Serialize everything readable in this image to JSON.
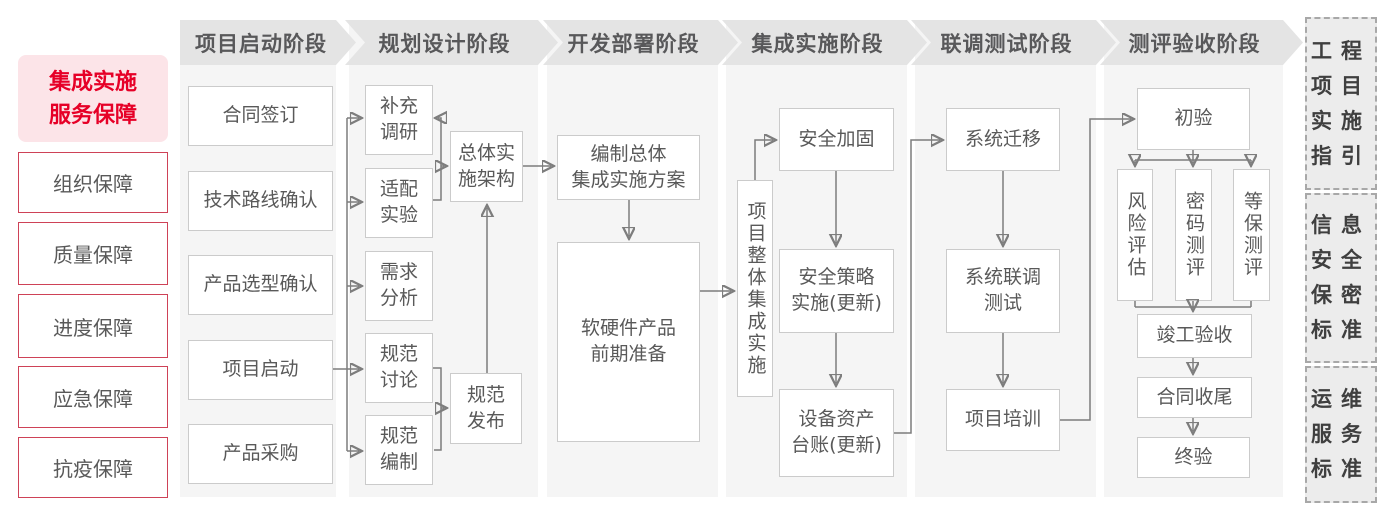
{
  "sidebar": {
    "title": "集成实施\n服务保障",
    "items": [
      "组织保障",
      "质量保障",
      "进度保障",
      "应急保障",
      "抗疫保障"
    ]
  },
  "phases": [
    {
      "header": "项目启动阶段",
      "boxes": [
        "合同签订",
        "技术路线确认",
        "产品选型确认",
        "项目启动",
        "产品采购"
      ]
    },
    {
      "header": "规划设计阶段",
      "boxes": [
        "补充\n调研",
        "适配\n实验",
        "需求\n分析",
        "规范\n讨论",
        "规范\n编制",
        "总体实\n施架构",
        "规范\n发布"
      ]
    },
    {
      "header": "开发部署阶段",
      "boxes": [
        "编制总体\n集成实施方案",
        "软硬件产品\n前期准备"
      ]
    },
    {
      "header": "集成实施阶段",
      "boxes": [
        "项目整体集成实施",
        "安全加固",
        "安全策略\n实施(更新)",
        "设备资产\n台账(更新)"
      ]
    },
    {
      "header": "联调测试阶段",
      "boxes": [
        "系统迁移",
        "系统联调\n测试",
        "项目培训"
      ]
    },
    {
      "header": "测评验收阶段",
      "boxes": [
        "初验",
        "风险评估",
        "密码测评",
        "等保测评",
        "竣工验收",
        "合同收尾",
        "终验"
      ]
    }
  ],
  "standards": [
    "工程项目实施指引",
    "信息安全保密标准",
    "运维服务标准"
  ],
  "colors": {
    "accent_red": "#e60027",
    "pink_bg": "#fce4e8",
    "red_border": "#ce4257",
    "header_bg": "#e4e4e4",
    "column_bg": "#f5f5f5",
    "box_border": "#cbcbcb",
    "text_gray": "#595959",
    "line_gray": "#7d7d7d"
  }
}
